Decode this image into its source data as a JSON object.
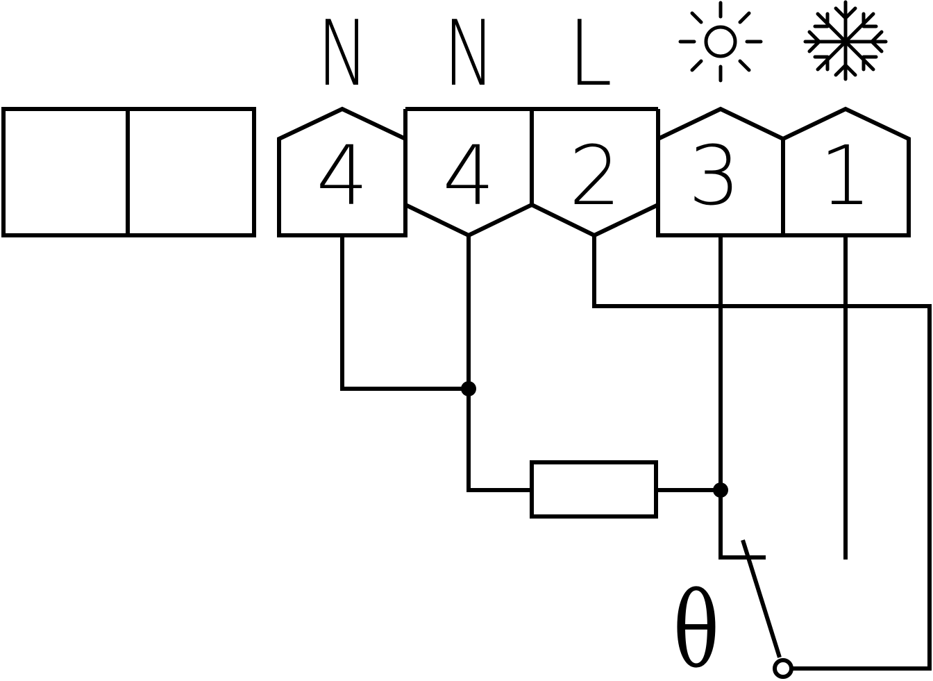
{
  "terminal_block": {
    "top_labels": [
      "N",
      "N",
      "L"
    ],
    "icons": [
      "sun-icon",
      "snowflake-icon"
    ],
    "terminal_numbers": [
      "4",
      "4",
      "2",
      "3",
      "1"
    ]
  },
  "thermostat_symbol": "θ",
  "colors": {
    "line": "#000000",
    "background": "#ffffff"
  }
}
